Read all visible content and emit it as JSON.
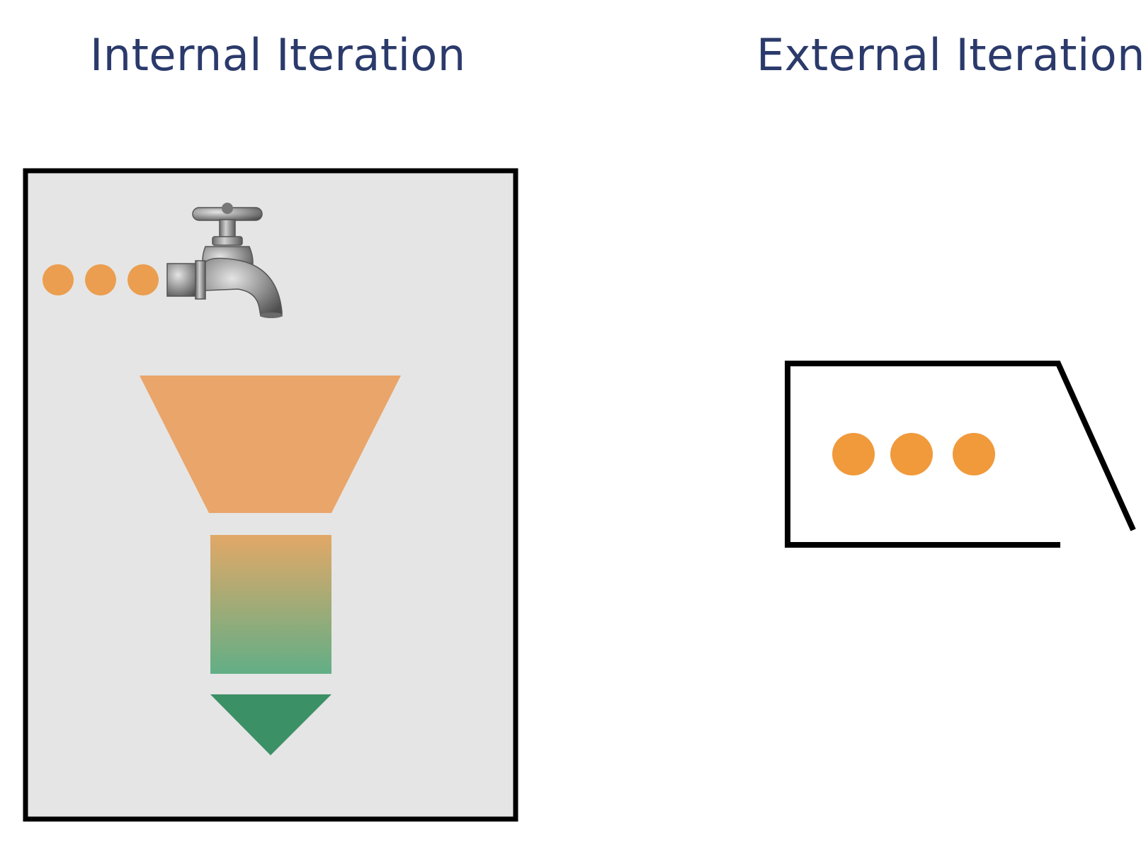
{
  "titles": {
    "internal": "Internal Iteration",
    "external": "External Iteration"
  },
  "colors": {
    "title_text": "#2b3a6b",
    "panel_background": "#e5e5e5",
    "outline": "#000000",
    "dot_orange": "#f09a3c",
    "dot_orange_light": "#eb9e4f",
    "funnel_orange": "#eaa56a",
    "tube_top": "#e2a867",
    "tube_bottom": "#62ae86",
    "arrow_green": "#3c9066",
    "faucet_gray": "#8a8a8a"
  },
  "icons": {
    "internal_source": "faucet-icon",
    "external_container": "bucket-icon"
  },
  "internal_panel": {
    "dot_count": 3
  },
  "external_panel": {
    "dot_count": 3
  }
}
